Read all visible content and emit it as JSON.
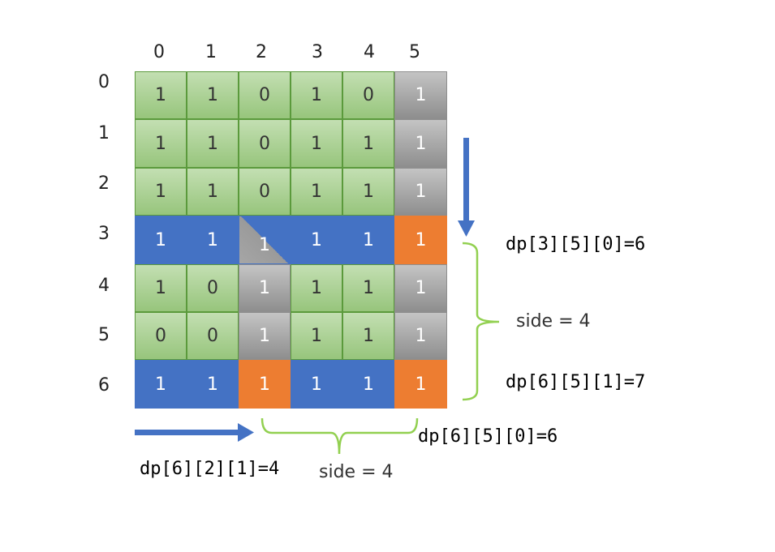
{
  "column_labels": [
    "0",
    "1",
    "2",
    "3",
    "4",
    "5"
  ],
  "row_labels": [
    "0",
    "1",
    "2",
    "3",
    "4",
    "5",
    "6"
  ],
  "grid": [
    [
      "1",
      "1",
      "0",
      "1",
      "0",
      "1"
    ],
    [
      "1",
      "1",
      "0",
      "1",
      "1",
      "1"
    ],
    [
      "1",
      "1",
      "0",
      "1",
      "1",
      "1"
    ],
    [
      "1",
      "1",
      "1",
      "1",
      "1",
      "1"
    ],
    [
      "1",
      "0",
      "1",
      "1",
      "1",
      "1"
    ],
    [
      "0",
      "0",
      "1",
      "1",
      "1",
      "1"
    ],
    [
      "1",
      "1",
      "1",
      "1",
      "1",
      "1"
    ]
  ],
  "cell_colors": [
    [
      "green",
      "green",
      "green",
      "green",
      "green",
      "gray"
    ],
    [
      "green",
      "green",
      "green",
      "green",
      "green",
      "gray"
    ],
    [
      "green",
      "green",
      "green",
      "green",
      "green",
      "gray"
    ],
    [
      "blue",
      "blue",
      "diag",
      "blue",
      "blue",
      "orange"
    ],
    [
      "green",
      "green",
      "gray",
      "green",
      "green",
      "gray"
    ],
    [
      "green",
      "green",
      "gray",
      "green",
      "green",
      "gray"
    ],
    [
      "blue",
      "blue",
      "orange",
      "blue",
      "blue",
      "orange"
    ]
  ],
  "colors": {
    "green_top": "#c3dfb2",
    "green_bottom": "#97c57c",
    "blue": "#4472c4",
    "orange": "#ed7d31",
    "gray": "#a6a6a6",
    "brace": "#92d050"
  },
  "annotations": {
    "dp_3_5_0": "dp[3][5][0]=6",
    "dp_6_5_1": "dp[6][5][1]=7",
    "dp_6_5_0": "dp[6][5][0]=6",
    "dp_6_2_1": "dp[6][2][1]=4",
    "side_right": "side = 4",
    "side_bottom": "side = 4"
  }
}
